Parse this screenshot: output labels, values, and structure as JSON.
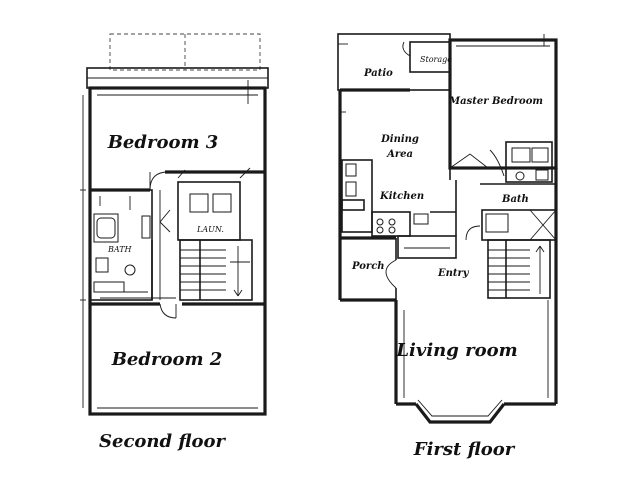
{
  "second_floor": {
    "caption": "Second floor",
    "rooms": {
      "bedroom3": "Bedroom 3",
      "bedroom2": "Bedroom 2",
      "bath": "BATH",
      "laundry": "LAUN."
    }
  },
  "first_floor": {
    "caption": "First floor",
    "rooms": {
      "patio": "Patio",
      "storage": "Storage",
      "master_bedroom": "Master Bedroom",
      "dining_line1": "Dining",
      "dining_line2": "Area",
      "kitchen": "Kitchen",
      "bath": "Bath",
      "porch": "Porch",
      "entry": "Entry",
      "living_room": "Living room"
    }
  }
}
